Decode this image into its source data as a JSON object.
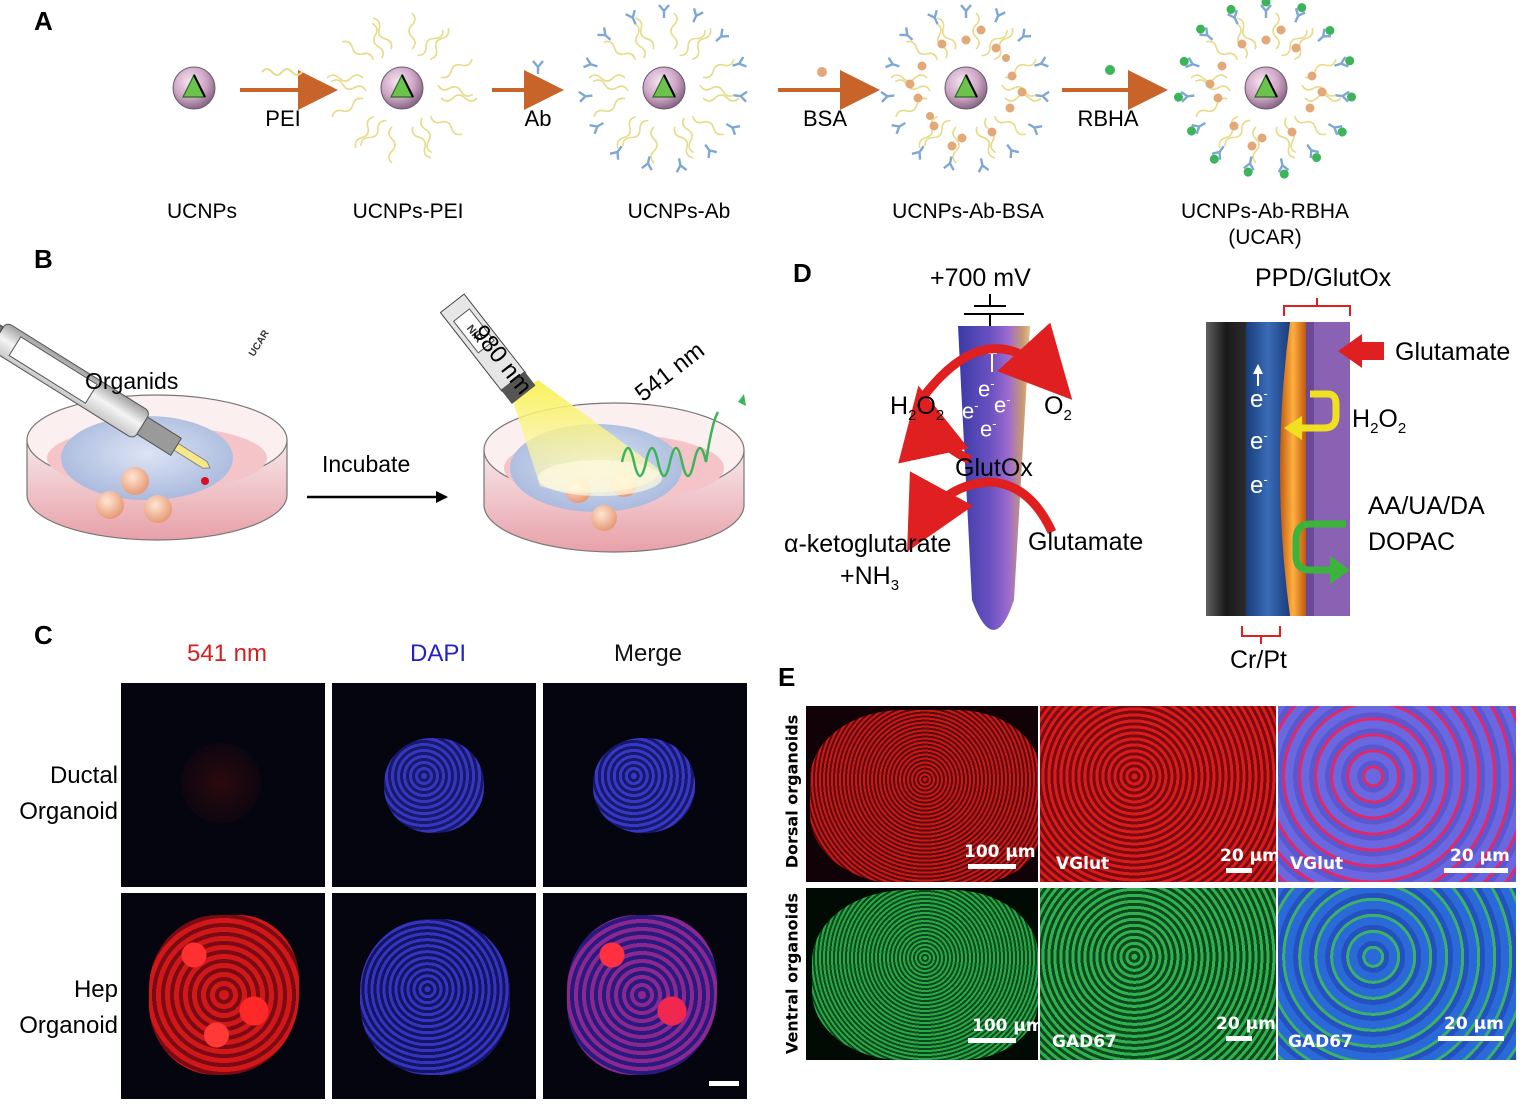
{
  "panel_labels": {
    "a": "A",
    "b": "B",
    "c": "C",
    "d": "D",
    "e": "E"
  },
  "panel_a": {
    "stages": [
      "UCNPs",
      "UCNPs-PEI",
      "UCNPs-Ab",
      "UCNPs-Ab-BSA",
      "UCNPs-Ab-RBHA"
    ],
    "stage5_sub": "(UCAR)",
    "steps": [
      "PEI",
      "Ab",
      "BSA",
      "RBHA"
    ]
  },
  "panel_b": {
    "organoid_label": "Organids",
    "pipette_label": "UCAR",
    "incubate_label": "Incubate",
    "nir_label": "NIR",
    "excitation": "980 nm",
    "emission": "541 nm"
  },
  "panel_c": {
    "columns": [
      "541 nm",
      "DAPI",
      "Merge"
    ],
    "column_colors": [
      "#d42020",
      "#2222c8",
      "#111111"
    ],
    "rows": [
      {
        "line1": "Ductal",
        "line2": "Organoid"
      },
      {
        "line1": "Hep",
        "line2": "Organoid"
      }
    ]
  },
  "panel_d": {
    "voltage": "+700 mV",
    "e_symbol": "e",
    "superscript_minus": "-",
    "h2o2_main": "H",
    "sub2": "2",
    "o_main": "O",
    "glutox": "GlutOx",
    "akg": "α-ketoglutarate",
    "nh3_main": "+NH",
    "sub3": "3",
    "glutamate": "Glutamate",
    "ppd": "PPD/GlutOx",
    "glutamate_right": "Glutamate",
    "interferents_1": "AA/UA/DA",
    "interferents_2": "DOPAC",
    "crpt": "Cr/Pt"
  },
  "panel_e": {
    "row_labels": [
      "Dorsal organoids",
      "Ventral organoids"
    ],
    "row1_marker": "VGlut",
    "row2_marker": "GAD67",
    "scale_100": "100 µm",
    "scale_20": "20 µm"
  },
  "colors": {
    "arrow_orange": "#c8642a",
    "red_arrow": "#e02020",
    "green_arrow": "#3cb43c",
    "yellow_arrow": "#f0e020",
    "electrode_blue": "#1e4e96",
    "electrode_orange": "#f08a1e",
    "electrode_purple": "#8a62b4"
  }
}
